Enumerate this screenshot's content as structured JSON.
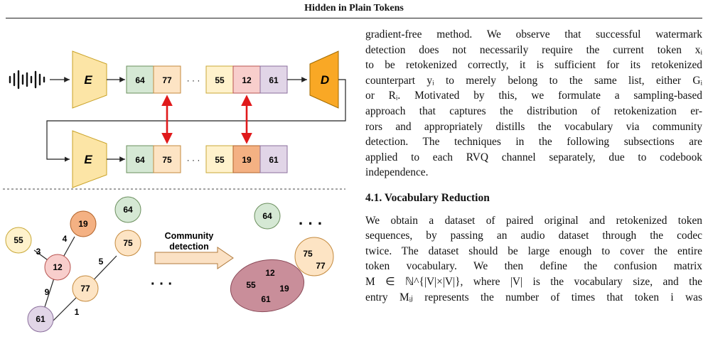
{
  "header": {
    "title": "Hidden in Plain Tokens"
  },
  "figure": {
    "encoder_label": "E",
    "decoder_label": "D",
    "ellipsis": "· · ·",
    "top_tokens": [
      "64",
      "77",
      "55",
      "12",
      "61"
    ],
    "bottom_tokens": [
      "64",
      "75",
      "55",
      "19",
      "61"
    ],
    "graph_nodes": [
      "55",
      "19",
      "12",
      "77",
      "61",
      "75",
      "64"
    ],
    "edge_weights": [
      "4",
      "3",
      "9",
      "5",
      "1"
    ],
    "arrow_label_line1": "Community",
    "arrow_label_line2": "detection",
    "clusters": {
      "single": "64",
      "pair": [
        "75",
        "77"
      ],
      "group": [
        "12",
        "55",
        "19",
        "61"
      ]
    },
    "more_dots": "· · ·",
    "colors": {
      "green": "#d5e8d4",
      "orange": "#fde4c4",
      "yellow": "#fff2cc",
      "red": "#f8cecc",
      "purple": "#e1d5e7",
      "dark_orange": "#f4b183",
      "encoder": "#fce5a6",
      "decoder": "#f9a825",
      "link_red": "#e0191b"
    }
  },
  "body_text": {
    "intro_lines": [
      "gradient-free method. We observe that successful watermark",
      "detection does not necessarily require the current token xᵢ",
      "to be retokenized correctly, it is sufficient for its retokenized",
      "counterpart yᵢ to merely belong to the same list, either Gᵢ",
      "or Rᵢ. Motivated by this, we formulate a sampling-based",
      "approach that captures the distribution of retokenization er-",
      "rors and appropriately distills the vocabulary via community",
      "detection. The techniques in the following subsections are",
      "applied to each RVQ channel separately, due to codebook",
      "independence."
    ],
    "section_heading": "4.1. Vocabulary Reduction",
    "section_lines": [
      "We obtain a dataset of paired original and retokenized token",
      "sequences, by passing an audio dataset through the codec",
      "twice. The dataset should be large enough to cover the entire",
      "token vocabulary. We then define the confusion matrix",
      "M ∈ ℕ^{|V|×|V|}, where |V| is the vocabulary size, and the",
      "entry Mᵢⱼ represents the number of times that token i was"
    ]
  }
}
